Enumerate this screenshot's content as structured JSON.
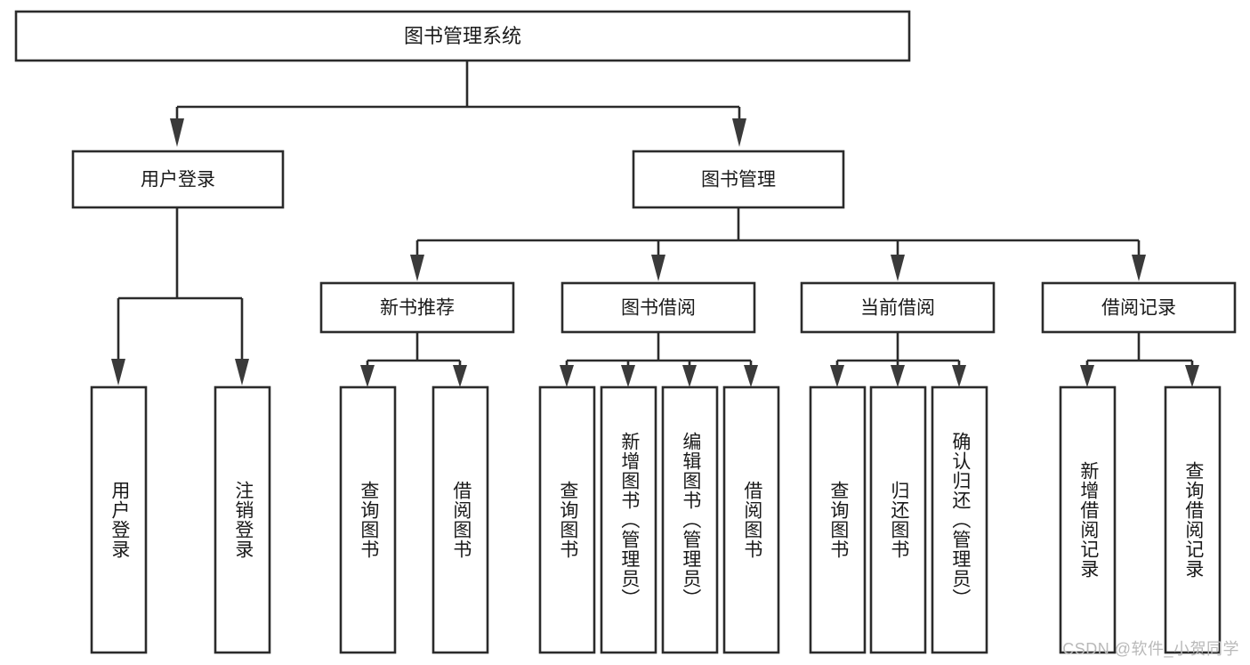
{
  "diagram": {
    "title": "图书管理系统",
    "type": "hierarchy-tree",
    "watermark": "CSDN @软件_小贺同学",
    "colors": {
      "box_stroke": "#2b2b2b",
      "box_fill": "#ffffff",
      "connector": "#2b2b2b",
      "text": "#1a1a1a",
      "watermark": "#b9b9b9"
    },
    "root": {
      "label": "图书管理系统"
    },
    "level2": [
      {
        "label": "用户登录"
      },
      {
        "label": "图书管理"
      }
    ],
    "level3": [
      {
        "label": "新书推荐"
      },
      {
        "label": "图书借阅"
      },
      {
        "label": "当前借阅"
      },
      {
        "label": "借阅记录"
      }
    ],
    "leaves_user_login": [
      {
        "label": "用户登录"
      },
      {
        "label": "注销登录"
      }
    ],
    "leaves_new_book": [
      {
        "label": "查询图书"
      },
      {
        "label": "借阅图书"
      }
    ],
    "leaves_borrow": [
      {
        "label": "查询图书"
      },
      {
        "label": "新增图书（管理员）"
      },
      {
        "label": "编辑图书（管理员）"
      },
      {
        "label": "借阅图书"
      }
    ],
    "leaves_current": [
      {
        "label": "查询图书"
      },
      {
        "label": "归还图书"
      },
      {
        "label": "确认归还（管理员）"
      }
    ],
    "leaves_record": [
      {
        "label": "新增借阅记录"
      },
      {
        "label": "查询借阅记录"
      }
    ]
  }
}
